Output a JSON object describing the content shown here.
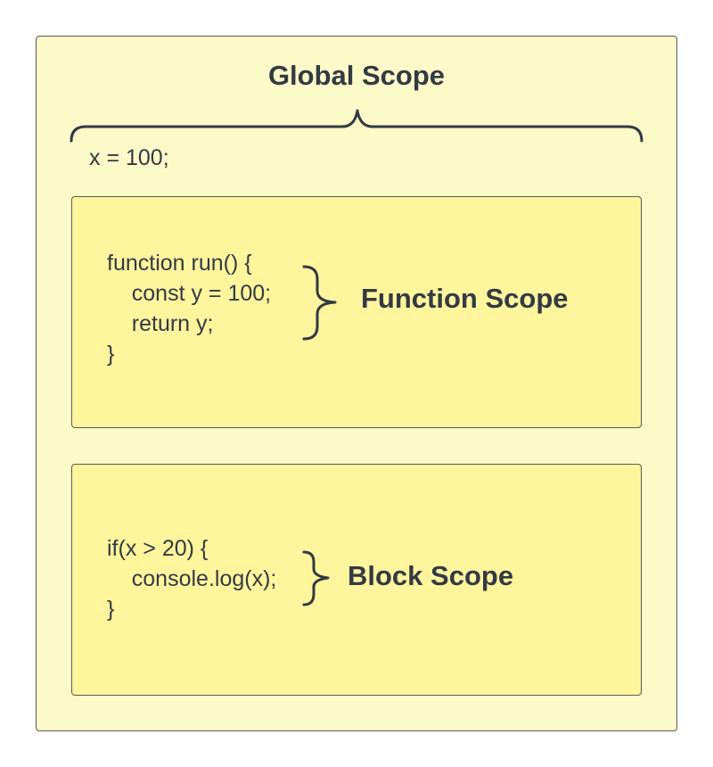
{
  "global": {
    "title": "Global Scope",
    "code_line": "x = 100;"
  },
  "function_scope": {
    "label": "Function Scope",
    "code_lines": [
      "function run() {",
      "    const y = 100;",
      "    return y;",
      "}"
    ]
  },
  "block_scope": {
    "label": "Block Scope",
    "code_lines": [
      "if(x > 20) {",
      "    console.log(x);",
      "}"
    ]
  },
  "colors": {
    "outer_fill": "#fcfac8",
    "inner_fill": "#fff59d",
    "stroke": "#5a5a5a",
    "text": "#333a44"
  }
}
